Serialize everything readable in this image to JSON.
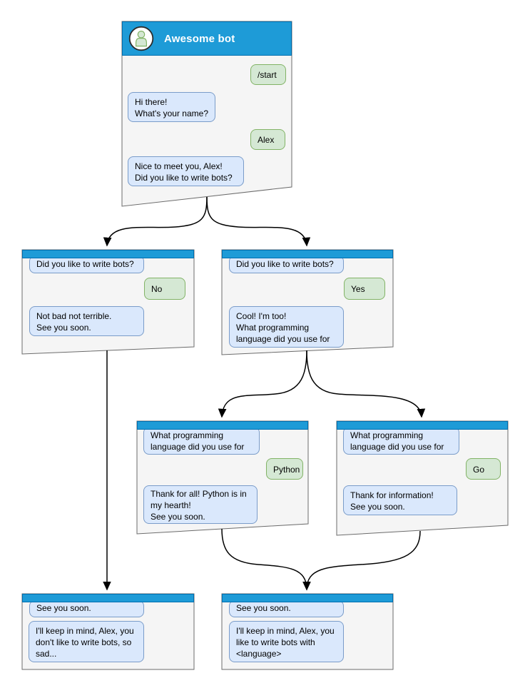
{
  "colors": {
    "bar-fill": "#1e9bd7",
    "bar-stroke": "#006eaf",
    "window-fill": "#f5f5f5",
    "window-stroke": "#6b6b6b",
    "bot-bubble-fill": "#dae8fc",
    "bot-bubble-stroke": "#7a9cc9",
    "user-bubble-fill": "#d5e8d4",
    "user-bubble-stroke": "#82b366",
    "arrow": "#000000",
    "title-text": "#ffffff"
  },
  "windows": {
    "start": {
      "title": "Awesome bot",
      "messages": {
        "user_start": "/start",
        "bot_greeting": "Hi there!\nWhat's your name?",
        "user_name": "Alex",
        "bot_ask_bots": "Nice to meet you, Alex!\nDid you like to write bots?"
      }
    },
    "branch_no": {
      "messages": {
        "bot_question": "Did you like to write bots?",
        "user_answer": "No",
        "bot_reply": "Not bad not terrible.\nSee you soon."
      }
    },
    "branch_yes": {
      "messages": {
        "bot_question": "Did you like to write bots?",
        "user_answer": "Yes",
        "bot_reply": "Cool! I'm too!\nWhat programming\nlanguage did you use for it?"
      }
    },
    "branch_python": {
      "messages": {
        "bot_question": "What programming\nlanguage did you use for it?",
        "user_answer": "Python",
        "bot_reply": "Thank for all! Python is in\nmy hearth!\nSee you soon."
      }
    },
    "branch_go": {
      "messages": {
        "bot_question": "What programming\nlanguage did you use for it?",
        "user_answer": "Go",
        "bot_reply": "Thank for information!\nSee you soon."
      }
    },
    "final_no": {
      "messages": {
        "bot_question": "See you soon.",
        "bot_reply": "I'll keep in mind, Alex, you\ndon't like to write bots, so\nsad..."
      }
    },
    "final_yes": {
      "messages": {
        "bot_question": "See you soon.",
        "bot_reply": "I'll keep in mind, Alex, you\nlike to write bots with\n<language>"
      }
    }
  }
}
